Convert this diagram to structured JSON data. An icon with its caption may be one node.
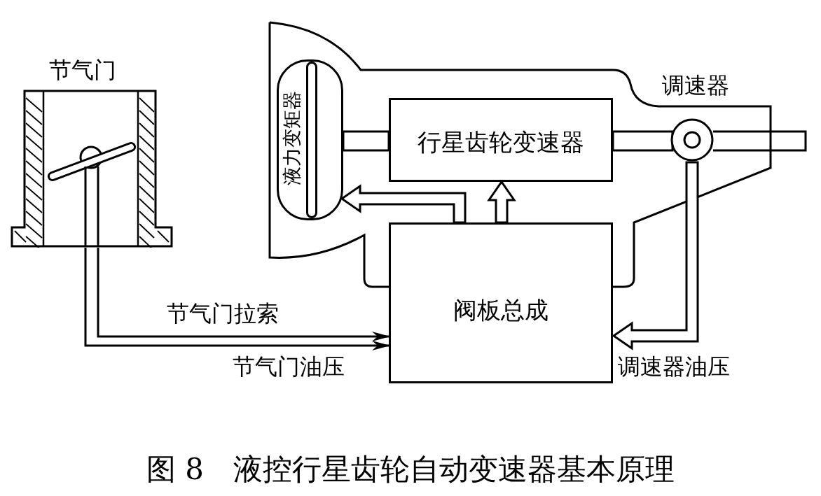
{
  "diagram": {
    "caption": "图 8　液控行星齿轮自动变速器基本原理",
    "nodes": [
      {
        "text": [
          "节气门"
        ]
      },
      {
        "text": [
          "液力变矩器"
        ]
      },
      {
        "text": [
          "行星齿轮变速器"
        ]
      },
      {
        "text": [
          "调速器"
        ]
      },
      {
        "text": [
          "阀板总成"
        ]
      }
    ],
    "edges": [
      {
        "from": 0,
        "to": 4,
        "arrow": "to",
        "label": "节气门拉索"
      },
      {
        "from": 0,
        "to": 4,
        "arrow": "to",
        "label": "节气门油压"
      },
      {
        "from": 4,
        "to": 1,
        "arrow": "to"
      },
      {
        "from": 4,
        "to": 2,
        "arrow": "to"
      },
      {
        "from": 3,
        "to": 4,
        "arrow": "to",
        "label": "调速器油压"
      },
      {
        "from": 1,
        "to": 2,
        "arrow": "none"
      },
      {
        "from": 2,
        "to": 3,
        "arrow": "none"
      }
    ]
  }
}
